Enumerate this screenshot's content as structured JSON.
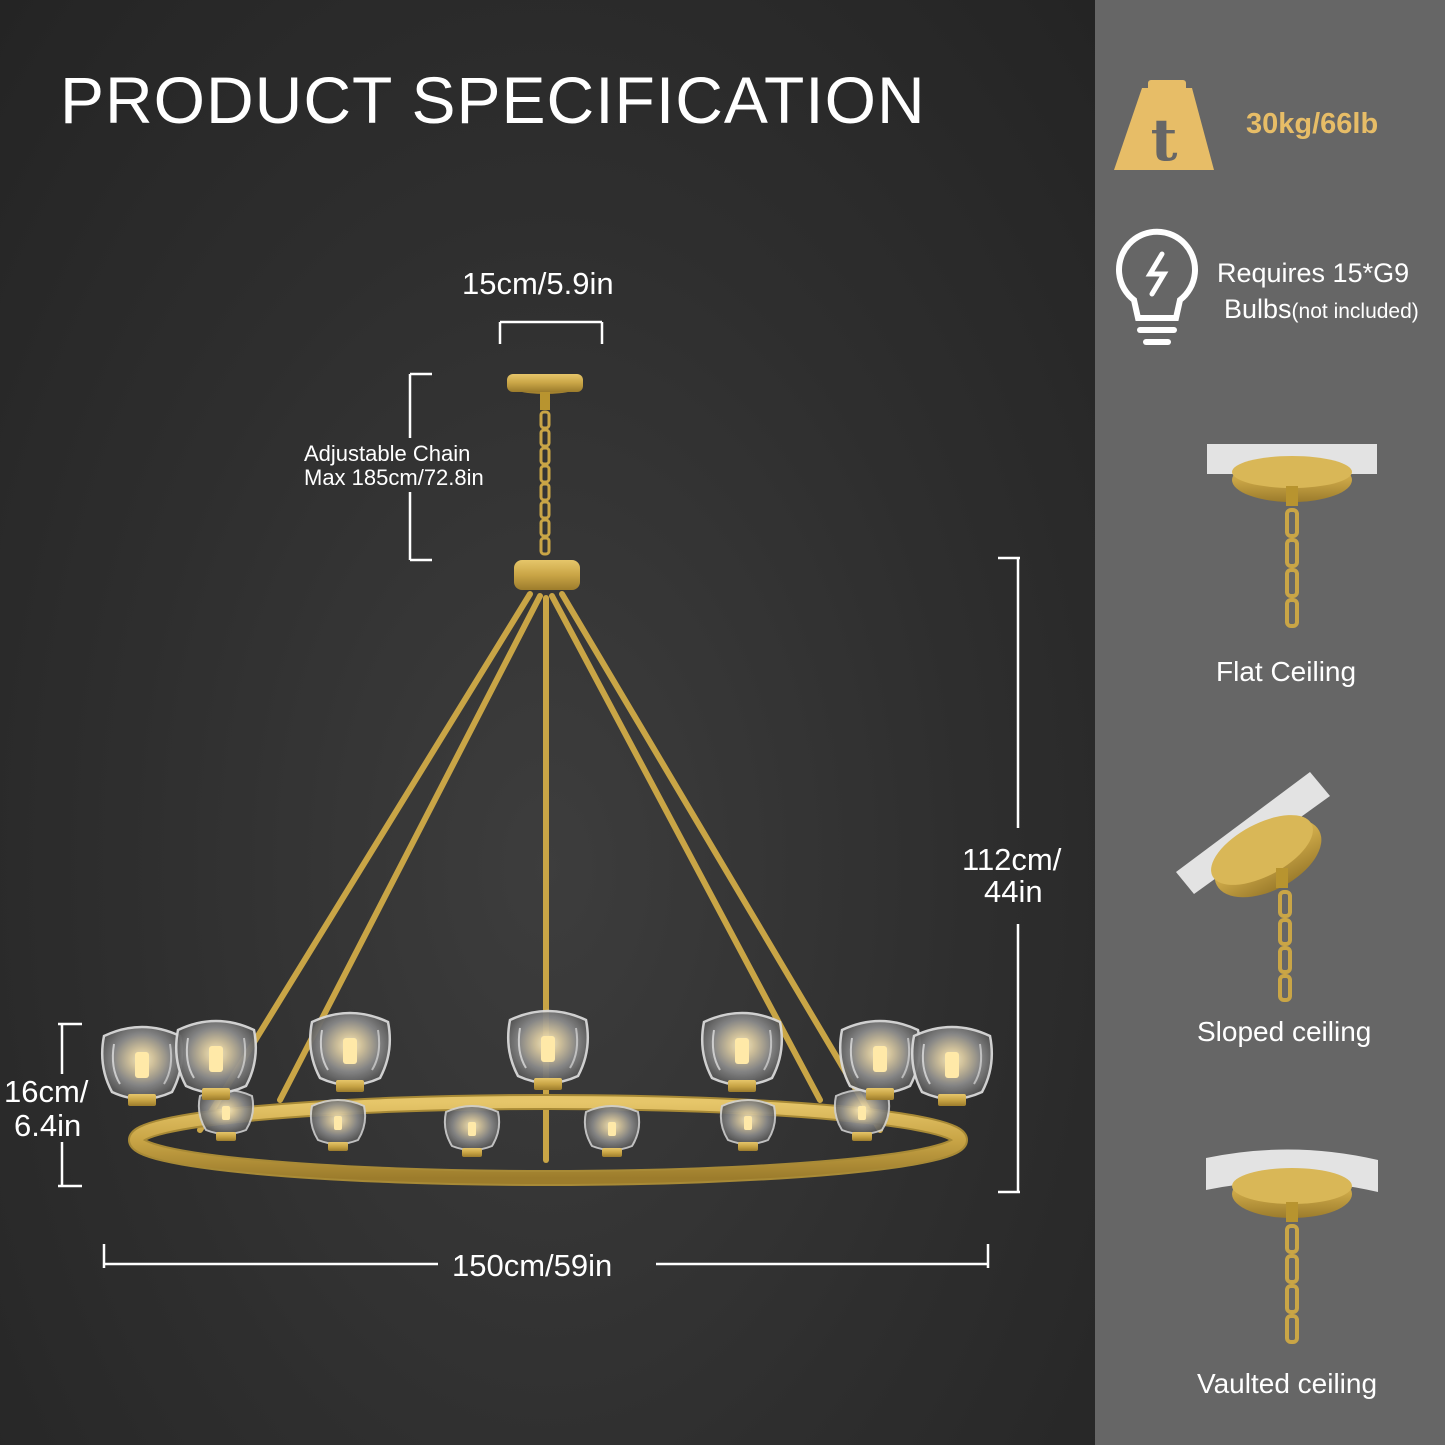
{
  "title": "PRODUCT SPECIFICATION",
  "dimensions": {
    "canopy_width": "15cm/5.9in",
    "chain_line1": "Adjustable Chain",
    "chain_line2": "Max 185cm/72.8in",
    "height_line1": "112cm/",
    "height_line2": "44in",
    "shade_height_line1": "16cm/",
    "shade_height_line2": "6.4in",
    "diameter": "150cm/59in"
  },
  "sidebar": {
    "weight": "30kg/66lb",
    "bulb_line1": "Requires 15*G9",
    "bulb_line2_main": "Bulbs",
    "bulb_line2_note": "(not included)",
    "mount_flat": "Flat Ceiling",
    "mount_sloped": "Sloped ceiling",
    "mount_vaulted": "Vaulted ceiling"
  },
  "colors": {
    "gold": "#c9a546",
    "accent": "#e7bd67",
    "sidebar_bg": "#666666"
  },
  "icons": [
    "weight-icon",
    "bulb-icon",
    "flat-ceiling-mount-icon",
    "sloped-ceiling-mount-icon",
    "vaulted-ceiling-mount-icon"
  ]
}
